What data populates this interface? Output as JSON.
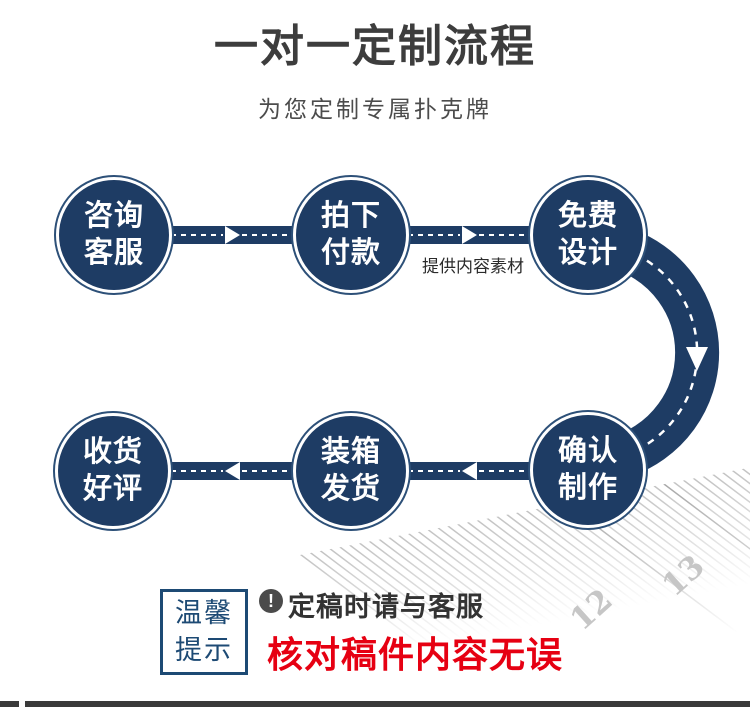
{
  "header": {
    "title": "一对一定制流程",
    "subtitle": "为您定制专属扑克牌"
  },
  "flow": {
    "steps": [
      {
        "id": "consult",
        "line1": "咨询",
        "line2": "客服"
      },
      {
        "id": "order-pay",
        "line1": "拍下",
        "line2": "付款"
      },
      {
        "id": "free-design",
        "line1": "免费",
        "line2": "设计"
      },
      {
        "id": "confirm-produce",
        "line1": "确认",
        "line2": "制作"
      },
      {
        "id": "pack-ship",
        "line1": "装箱",
        "line2": "发货"
      },
      {
        "id": "receive-review",
        "line1": "收货",
        "line2": "好评"
      }
    ],
    "material_note": "提供内容素材",
    "accent_color": "#1e3c64"
  },
  "notice": {
    "box_line1": "温馨",
    "box_line2": "提示",
    "icon": "exclamation-icon",
    "exclamation": "!",
    "line1": "定稿时请与客服",
    "line2": "核对稿件内容无误",
    "warning_color": "#e60012",
    "box_color": "#1d4a74"
  },
  "ruler": {
    "labels": [
      "12",
      "13"
    ]
  }
}
